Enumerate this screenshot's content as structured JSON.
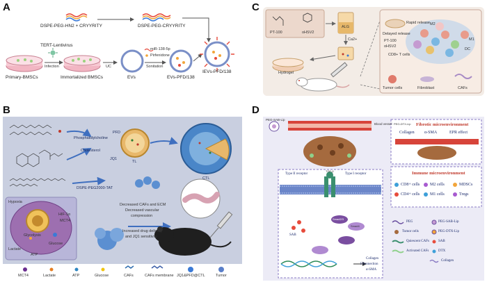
{
  "panels": {
    "A": {
      "letter": "A",
      "labels": {
        "reagents": "DSPE-PEG-HN2 + CRYYRITY",
        "product": "DSPE-PEG-CRYYRITY",
        "lentivirus": "TERT-Lentivirus",
        "infection": "Infection",
        "uc": "UC",
        "mirna": "miR-138-5p",
        "pfd": "Pirfenidone",
        "sonitation": "Sonitation",
        "primary": "Primary-BMSCs",
        "immortalized": "Immortalized BMSCs",
        "evs": "EVs",
        "evs_pfd": "EVs-PFD/138",
        "ievs": "IEVs-PFD/138"
      }
    },
    "B": {
      "letter": "B",
      "labels": {
        "phosphatidylcholine": "Phosphatidylcholine",
        "pfd": "PFD",
        "cholesterol": "Cholesterol",
        "jq1": "JQ1",
        "tl": "TL",
        "dspe_tat": "DSPE-PEG2000-TAT",
        "ctl": "CTL",
        "hypoxia": "Hypoxia",
        "hif": "HIF-1α",
        "mct4": "MCT4",
        "glycolysis": "Glycolysis",
        "glucose": "Glucose",
        "lactate": "Lactate",
        "atp": "ATP",
        "effect1": "Decreased CAFs and ECM",
        "effect2": "Decreased vascular",
        "effect3": "compression",
        "effect4": "Increased drug delivery",
        "effect5": "and JQ1 sensitivity"
      },
      "legend": [
        "MCT4",
        "Lactate",
        "ATP",
        "Glucose",
        "CAFs",
        "CAFs membrane",
        "JQ1&PFD@CTL",
        "Tumor"
      ]
    },
    "C": {
      "letter": "C",
      "labels": {
        "pt100": "PT-100",
        "ohsv2": "oHSV2",
        "alg": "ALG",
        "ca": "Ca2+",
        "hydrogel": "Hydrogel",
        "rapid": "Rapid release",
        "delayed": "Delayed release",
        "pt100_b": "PT-100",
        "ohsv2_b": "oHSV2",
        "m2": "M2",
        "m1": "M1",
        "dc": "DC",
        "cd8": "CD8+ T cells",
        "tumor_cells": "Tumor cells",
        "fibroblast": "Fibroblast",
        "cafs": "CAFs"
      }
    },
    "D": {
      "letter": "D",
      "labels": {
        "peg_sab": "PEG-SAB-Lip",
        "blood_vessel": "Blood vessel",
        "fibrotic": "Fibrotic microenvironment",
        "peg_dtx": "PEG-DTX-Lip",
        "collagen": "Collagen",
        "asma": "α-SMA",
        "epr": "EPR effect",
        "immune": "Immune microenvironment",
        "cd8_cells": "CD8+ cells",
        "m2_cells": "M2 cells",
        "mdscs": "MDSCs",
        "cd4_cells": "CD4+ cells",
        "m1_cells": "M1 cells",
        "tregs": "Tregs",
        "type2": "Type II receptor",
        "type1": "Type I receptor",
        "tgfb": "TGF-β",
        "sab": "SAB",
        "smad": "Smad2/3",
        "smad4": "Smad4",
        "collagen_out": "Collagen",
        "fibronectin": "Fibronection",
        "asma_out": "α-SMA"
      },
      "legend": [
        "PEG",
        "PEG-SAB-Lip",
        "Tumor cells",
        "PEG-DTX-Lip",
        "Quiescent CAFs",
        "SAB",
        "Activated CAFs",
        "DTX",
        "Collagen"
      ]
    }
  },
  "colors": {
    "b_bg": "#c9cfe0",
    "c_bg": "#f3ece6",
    "d_bg": "#ecebf6",
    "vessel": "#c0392b",
    "accent_blue": "#3a6fc4"
  }
}
